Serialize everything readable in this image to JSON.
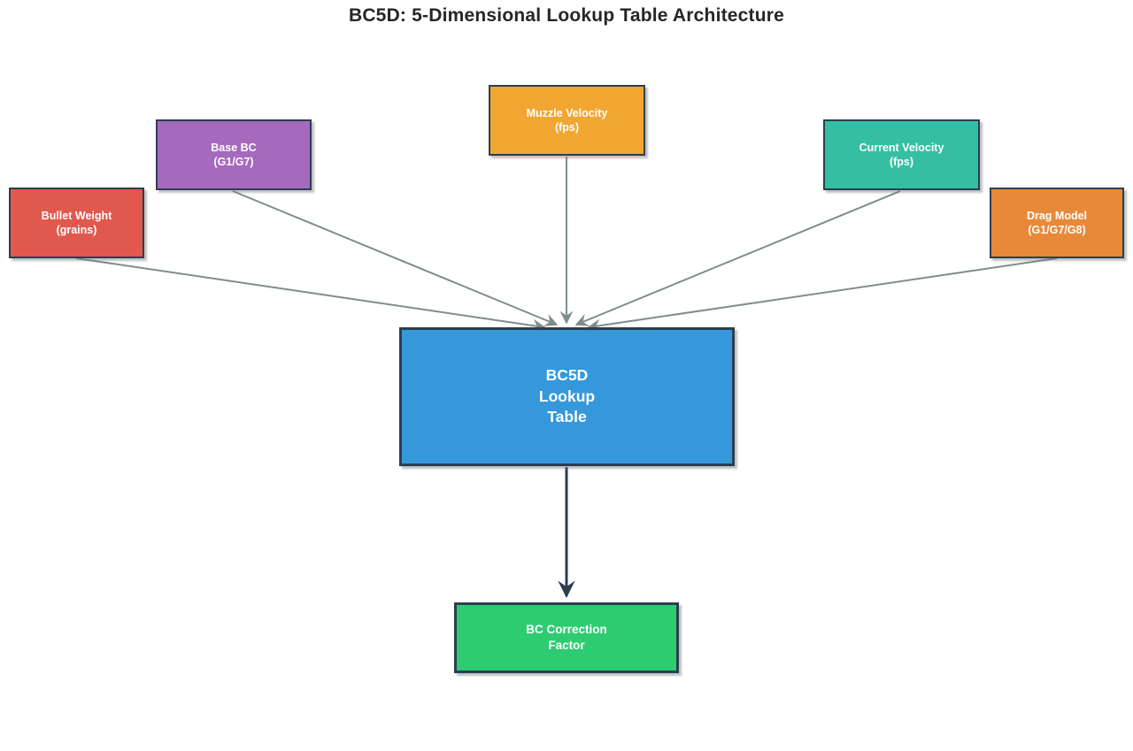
{
  "title": "BC5D: 5-Dimensional Lookup Table Architecture",
  "colors": {
    "background": "#ffffff",
    "node_border": "#2c3e50",
    "node_text": "#ffffff",
    "input_arrow": "#7f8c8d",
    "output_arrow": "#2c3e50",
    "title_text": "#262626"
  },
  "nodes": {
    "bullet_weight": {
      "label": "Bullet Weight\n(grains)",
      "fill": "#e0584e"
    },
    "base_bc": {
      "label": "Base BC\n(G1/G7)",
      "fill": "#a569bd"
    },
    "muzzle_velocity": {
      "label": "Muzzle Velocity\n(fps)",
      "fill": "#f2a632"
    },
    "current_velocity": {
      "label": "Current Velocity\n(fps)",
      "fill": "#34bfa3"
    },
    "drag_model": {
      "label": "Drag Model\n(G1/G7/G8)",
      "fill": "#e8893a"
    },
    "lookup_table": {
      "label": "BC5D\nLookup\nTable",
      "fill": "#3498db"
    },
    "bc_correction": {
      "label": "BC Correction\nFactor",
      "fill": "#2ecc71"
    }
  },
  "edges": [
    {
      "from": "bullet_weight",
      "to": "lookup_table",
      "style": "input"
    },
    {
      "from": "base_bc",
      "to": "lookup_table",
      "style": "input"
    },
    {
      "from": "muzzle_velocity",
      "to": "lookup_table",
      "style": "input"
    },
    {
      "from": "current_velocity",
      "to": "lookup_table",
      "style": "input"
    },
    {
      "from": "drag_model",
      "to": "lookup_table",
      "style": "input"
    },
    {
      "from": "lookup_table",
      "to": "bc_correction",
      "style": "output"
    }
  ]
}
